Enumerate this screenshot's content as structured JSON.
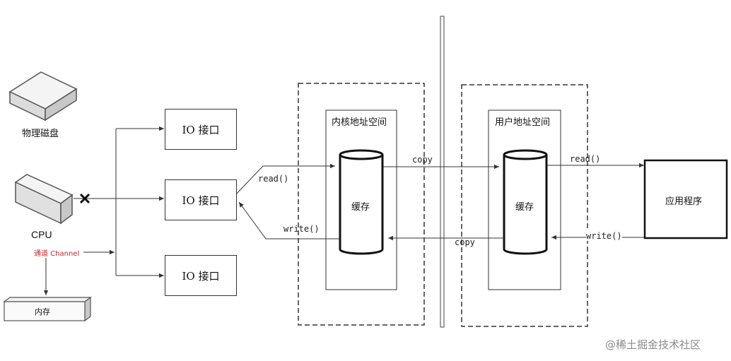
{
  "devices": {
    "disk_label": "物理磁盘",
    "cpu_label": "CPU",
    "memory_label": "内存",
    "channel_label": "通道 Channel"
  },
  "io_interfaces": [
    "IO 接口",
    "IO 接口",
    "IO 接口"
  ],
  "kernel": {
    "title": "内核地址空间",
    "buffer": "缓存"
  },
  "user": {
    "title": "用户地址空间",
    "buffer": "缓存"
  },
  "application": "应用程序",
  "arrows": {
    "io_read": "read()",
    "io_write": "write()",
    "copy_to_user": "copy",
    "copy_to_kernel": "copy",
    "app_read": "read()",
    "app_write": "write()"
  },
  "watermark": "@稀土掘金技术社区",
  "colors": {
    "line": "#333333",
    "channel_text": "#c62828",
    "watermark": "#8a8a8a"
  }
}
